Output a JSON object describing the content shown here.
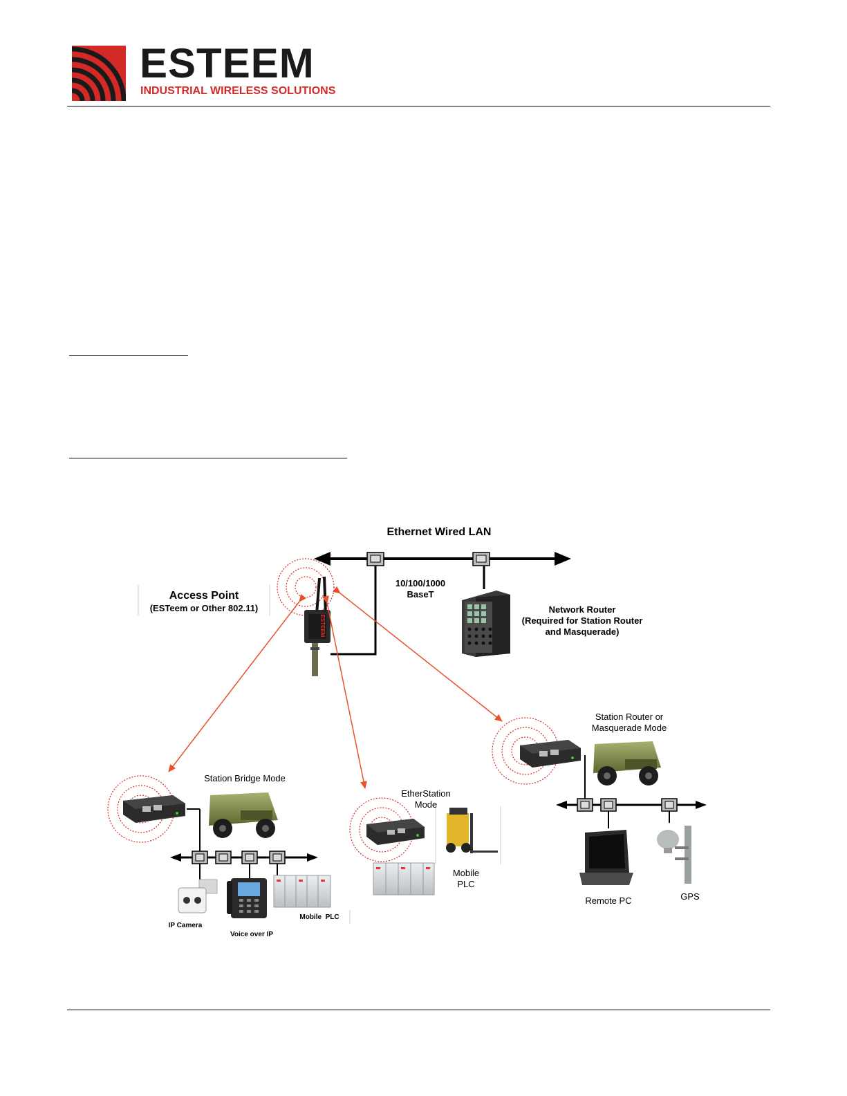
{
  "header": {
    "logo_word": "ESTEEM",
    "logo_tagline": "INDUSTRIAL WIRELESS SOLUTIONS",
    "brand_red": "#d42a27",
    "brand_dark": "#1a1a1a"
  },
  "diagram": {
    "lan_title": "Ethernet Wired LAN",
    "speed_label_1": "10/100/1000",
    "speed_label_2": "BaseT",
    "access_point_title": "Access Point",
    "access_point_sub": "(ESTeem or Other 802.11)",
    "network_router_title": "Network Router",
    "network_router_sub_1": "(Required for Station Router",
    "network_router_sub_2": "and Masquerade)",
    "station_router_1": "Station Router or",
    "station_router_2": "Masquerade Mode",
    "station_bridge": "Station Bridge Mode",
    "etherstation_1": "EtherStation",
    "etherstation_2": "Mode",
    "mobile_plc_1": "Mobile",
    "mobile_plc_2": "PLC",
    "mobile_plc_bridge": "Mobile  PLC",
    "ip_camera": "IP Camera",
    "voip": "Voice over IP",
    "remote_pc": "Remote PC",
    "gps": "GPS",
    "device_brand": "ESTEEM",
    "link_color": "#e8502a"
  }
}
